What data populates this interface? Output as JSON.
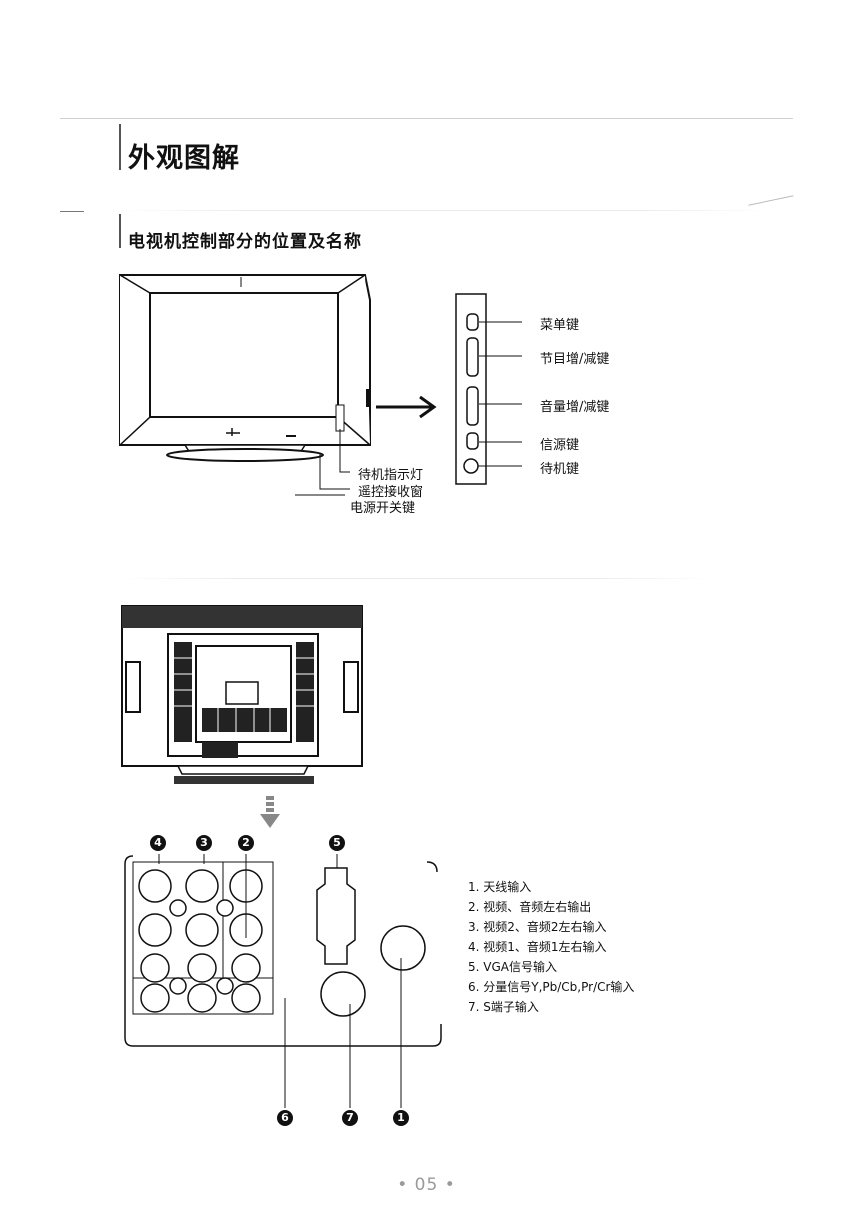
{
  "page": {
    "title": "外观图解",
    "subtitle": "电视机控制部分的位置及名称",
    "page_number": "05"
  },
  "front_panel": {
    "callouts": [
      "菜单键",
      "节目增/减键",
      "音量增/减键",
      "信源键",
      "待机键"
    ],
    "tv_callouts": [
      "待机指示灯",
      "遥控接收窗",
      "电源开关键"
    ]
  },
  "rear_panel": {
    "markers": [
      "4",
      "3",
      "2",
      "5",
      "6",
      "7",
      "1"
    ],
    "legend": [
      "1. 天线输入",
      "2. 视频、音频左右输出",
      "3. 视频2、音频2左右输入",
      "4. 视频1、音频1左右输入",
      "5. VGA信号输入",
      "6. 分量信号Y,Pb/Cb,Pr/Cr输入",
      "7. S端子输入"
    ]
  }
}
